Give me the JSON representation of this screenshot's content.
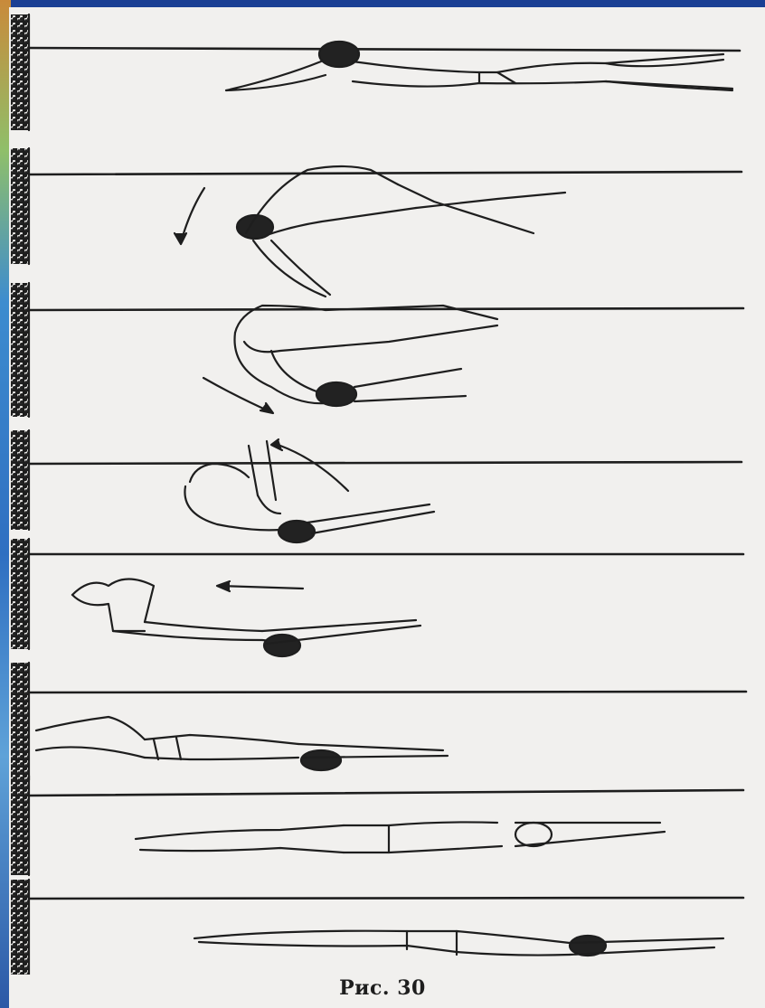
{
  "figure": {
    "caption": "Рис. 30",
    "panel_count": 8,
    "icons": [
      "pool-wall",
      "water-surface-line",
      "swimmer-figure",
      "motion-arrow"
    ],
    "colors": {
      "ink": "#1e1e1e",
      "paper": "#f1f0ee",
      "border": "#1c4e9c"
    }
  }
}
